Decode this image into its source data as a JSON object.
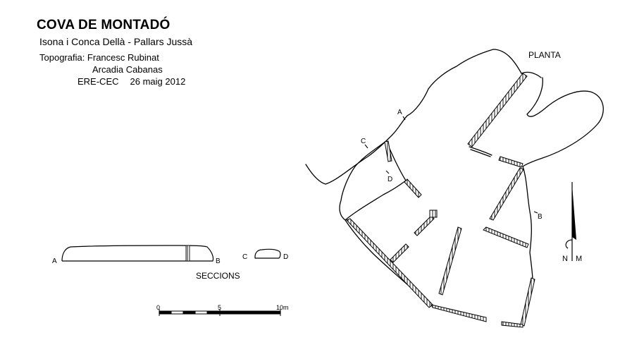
{
  "header": {
    "title": "COVA DE MONTADÓ",
    "subtitle": "Isona i Conca Dellà - Pallars Jussà",
    "topography_line1": "Topografia: Francesc Rubinat",
    "topography_line2": "Arcadia Cabanas",
    "group": "ERE-CEC",
    "date": "26 maig 2012"
  },
  "plan": {
    "label": "PLANTA",
    "section_marks": [
      "A",
      "B",
      "C",
      "D"
    ]
  },
  "sections": {
    "label": "SECCIONS",
    "ab_start": "A",
    "ab_end": "B",
    "cd_start": "C",
    "cd_end": "D"
  },
  "scale_bar": {
    "ticks": [
      "0",
      "5",
      "10m"
    ]
  },
  "north_arrow": {
    "left_label": "N",
    "right_label": "M"
  }
}
